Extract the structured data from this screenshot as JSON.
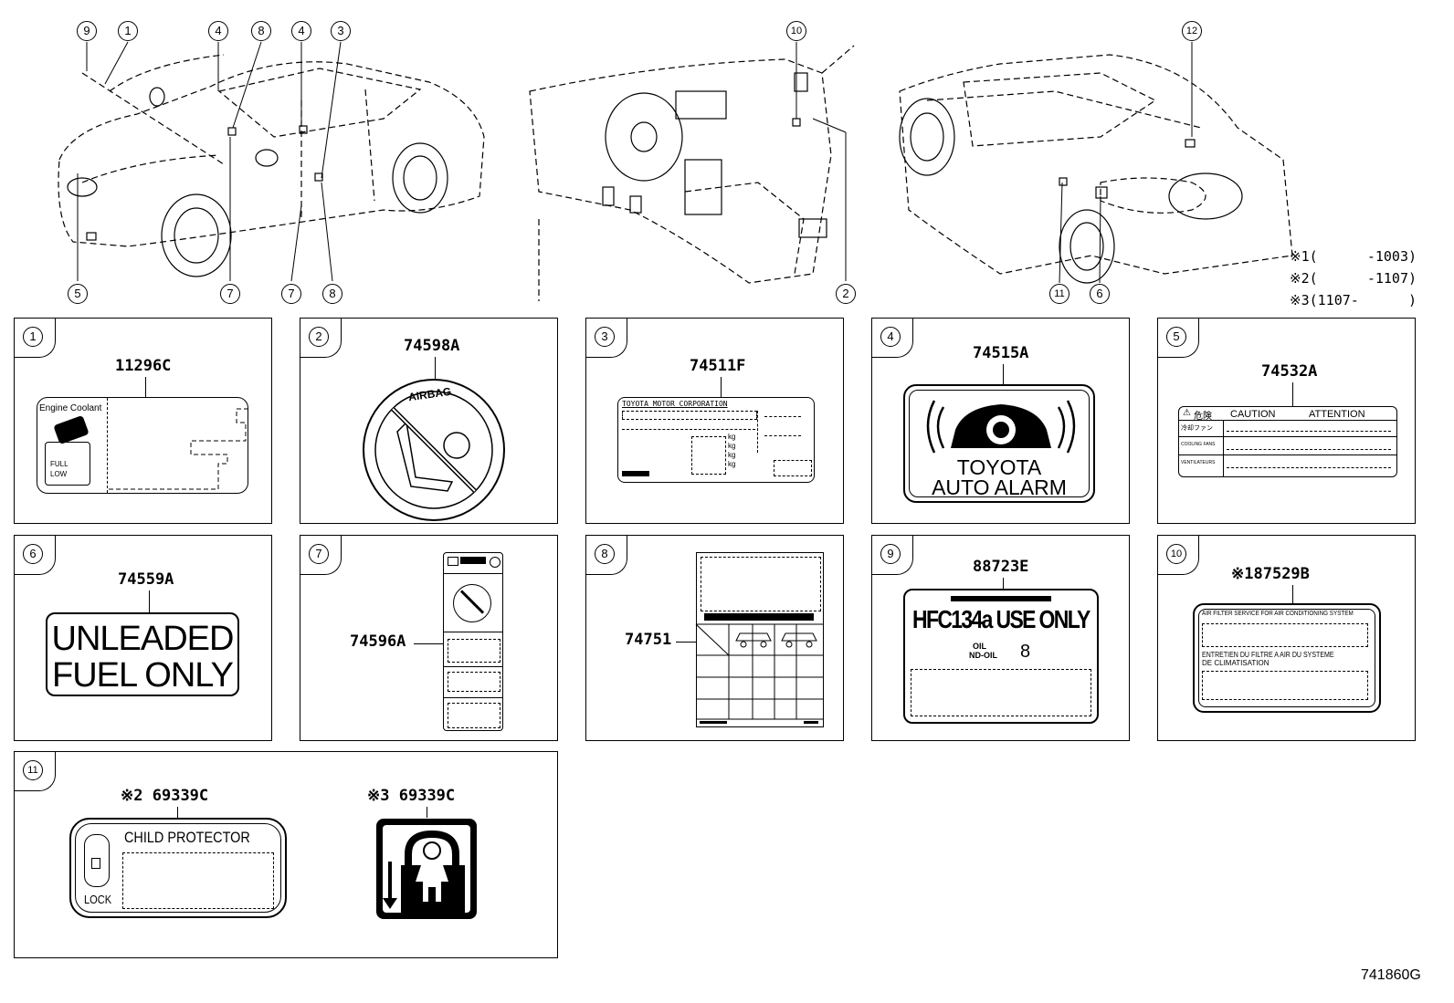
{
  "notes": [
    {
      "mark": "※1",
      "range": "(      -1003)"
    },
    {
      "mark": "※2",
      "range": "(      -1107)"
    },
    {
      "mark": "※3",
      "range": "(1107-      )"
    }
  ],
  "overview_callouts": {
    "car_front": [
      "9",
      "1",
      "4",
      "8",
      "4",
      "3",
      "5",
      "7",
      "7",
      "8"
    ],
    "interior": [
      "10",
      "2"
    ],
    "car_rear": [
      "12",
      "11",
      "6"
    ]
  },
  "panels": [
    {
      "num": "1",
      "part": "11296C",
      "texts": {
        "coolant": "Engine Coolant",
        "full": "FULL",
        "low": "LOW"
      }
    },
    {
      "num": "2",
      "part": "74598A",
      "texts": {
        "airbag": "AIRBAG"
      }
    },
    {
      "num": "3",
      "part": "74511F",
      "texts": {
        "maker": "TOYOTA MOTOR CORPORATION",
        "kg": "kg"
      }
    },
    {
      "num": "4",
      "part": "74515A",
      "texts": {
        "line1": "TOYOTA",
        "line2": "AUTO ALARM"
      }
    },
    {
      "num": "5",
      "part": "74532A",
      "texts": {
        "caution": "CAUTION",
        "attention": "ATTENTION",
        "danger_jp": "危険",
        "fan_jp": "冷却ファン",
        "cooling": "COOLING FANS",
        "ventilateurs": "VENTILATEURS"
      }
    },
    {
      "num": "6",
      "part": "74559A",
      "texts": {
        "line1": "UNLEADED",
        "line2": "FUEL ONLY"
      }
    },
    {
      "num": "7",
      "part": "74596A"
    },
    {
      "num": "8",
      "part": "74751"
    },
    {
      "num": "9",
      "part": "88723E",
      "texts": {
        "main": "HFC134a USE ONLY",
        "oil": "OIL",
        "nd": "ND-OIL",
        "num": "8"
      }
    },
    {
      "num": "10",
      "mark": "※1",
      "part": "87529B",
      "texts": {
        "en": "AIR FILTER SERVICE FOR AIR CONDITIONING SYSTEM",
        "fr1": "ENTRETIEN DU FILTRE A AIR DU SYSTEME",
        "fr2": "DE CLIMATISATION"
      }
    },
    {
      "num": "11",
      "items": [
        {
          "mark": "※2",
          "part": "69339C",
          "texts": {
            "title": "CHILD  PROTECTOR",
            "lock": "LOCK"
          }
        },
        {
          "mark": "※3",
          "part": "69339C"
        }
      ]
    }
  ],
  "figure_id": "741860G"
}
